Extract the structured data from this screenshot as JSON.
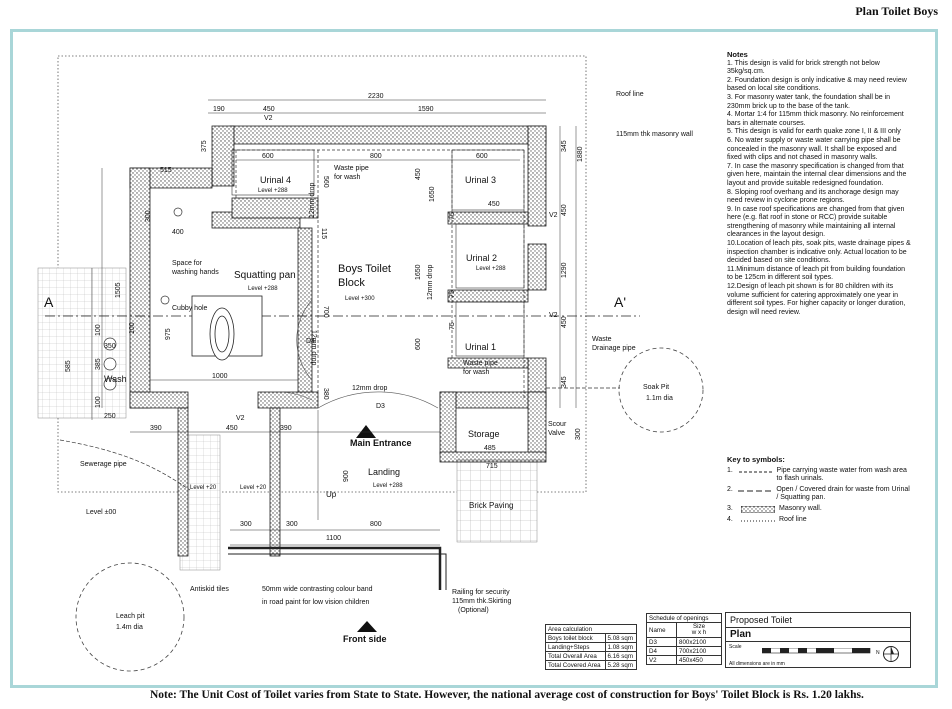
{
  "header": {
    "title": "Plan Toilet Boys"
  },
  "footer": {
    "note": "Note: The Unit Cost of Toilet varies from State to State. However, the national average cost of construction for Boys' Toilet Block is Rs. 1.20 lakhs."
  },
  "plan": {
    "rooms": {
      "block": "Boys Toilet",
      "block2": "Block",
      "squatting": "Squatting pan",
      "urinal4": "Urinal 4",
      "urinal3": "Urinal 3",
      "urinal2": "Urinal 2",
      "urinal1": "Urinal 1",
      "storage": "Storage",
      "landing": "Landing",
      "wash": "Wash"
    },
    "levels": {
      "block": "Level +300",
      "urinal4": "Level +288",
      "urinal2": "Level +288",
      "squatting": "Level +288",
      "landing": "Level +288",
      "ext1": "Level +20",
      "ext2": "Level +20",
      "ground": "Level ±00"
    },
    "labels": {
      "roof_line": "Roof line",
      "masonry_wall": "115mm thk masonry wall",
      "waste_pipe_top": "Waste pipe",
      "waste_pipe_top2": "for wash",
      "waste_pipe_u1": "Waste pipe",
      "waste_pipe_u1b": "for wash",
      "space_wash": "Space for",
      "space_wash2": "washing hands",
      "cubby": "Cubby hole",
      "main_entrance": "Main Entrance",
      "front_side": "Front side",
      "sewerage": "Sewerage pipe",
      "antiskid": "Antiskid tiles",
      "band1": "50mm wide contrasting colour band",
      "band2": "in road paint for low vision children",
      "railing1": "Railing for security",
      "railing2": "115mm thk.Skirting",
      "railing3": "(Optional)",
      "brick_paving": "Brick Paving",
      "scour": "Scour",
      "scour2": "Valve",
      "waste_drain": "Waste",
      "waste_drain2": "Drainage pipe",
      "soak_pit": "Soak Pit",
      "soak_pit_d": "1.1m dia",
      "leach_pit": "Leach pit",
      "leach_pit_d": "1.4m dia",
      "up": "Up",
      "section_a": "A",
      "section_a2": "A'",
      "drop12a": "12mm drop",
      "drop12b": "12mm drop",
      "drop12c": "12mm drop",
      "drop12d": "12mm drop",
      "d3": "D3",
      "d4": "D4",
      "v2a": "V2",
      "v2b": "V2",
      "v2c": "V2",
      "v2d": "V2"
    },
    "dims": {
      "d2230": "2230",
      "d190": "190",
      "d450": "450",
      "d1590": "1590",
      "d375": "375",
      "d515": "515",
      "d600a": "600",
      "d800": "800",
      "d600b": "600",
      "d345a": "345",
      "d450r1": "450",
      "d1880": "1880",
      "d1290": "1290",
      "d450r2": "450",
      "d345b": "345",
      "d450u": "450",
      "d75a": "75",
      "d75b": "75",
      "d75c": "75",
      "d300": "300",
      "d400": "400",
      "d1505": "1505",
      "d975": "975",
      "d1650": "1650",
      "d700": "700",
      "d350": "350",
      "d385": "385",
      "d100a": "100",
      "d100b": "100",
      "d100c": "100",
      "d585": "585",
      "d250": "250",
      "d1000": "1000",
      "d390a": "390",
      "d450b": "450",
      "d390b": "390",
      "d380": "380",
      "d485": "485",
      "d715": "715",
      "d300r": "300",
      "d900": "900",
      "d300c": "300",
      "d300d": "300",
      "d800b": "800",
      "d1100": "1100",
      "d560": "560",
      "d115": "115",
      "d600c": "600",
      "d1650b": "1650",
      "d450c": "450"
    }
  },
  "notes": {
    "title": "Notes",
    "items": [
      "1. This design is valid for brick strength not below 35kg/sq.cm.",
      "2. Foundation design is only indicative & may need review based on local site conditions.",
      "3. For masonry water tank, the foundation shall be in 230mm brick up to the base of the tank.",
      "4. Mortar 1:4 for 115mm thick masonry. No reinforcement bars in alternate courses.",
      "5. This design is valid for earth quake zone I, II & III only",
      "6. No water supply or waste water carrying pipe shall be concealed in the masonry wall. It shall be exposed and fixed with clips and not chased in masonry walls.",
      "7. In case the masonry specification is changed from that given here, maintain the internal clear dimensions and the layout and provide suitable redesigned foundation.",
      "8. Sloping roof overhang and its anchorage design may need review in cyclone prone regions.",
      "9. In case roof specifications are changed from that given here (e.g. flat roof in stone or RCC) provide suitable strengthening of masonry while maintaining all internal clearances in the layout design.",
      "10.Location of leach pits, soak pits, waste drainage pipes & inspection chamber is indicative only. Actual location to be decided based on site conditions.",
      "11.Minimum distance of leach pit from building foundation to be 125cm in different soil types.",
      "12.Design of leach pit shown is for 80 children with its volume sufficient for catering approximately one year in different soil types. For higher capacity or longer duration, design will need review."
    ]
  },
  "key": {
    "title": "Key to symbols:",
    "items": [
      {
        "n": "1.",
        "text": "Pipe carrying waste water from wash area to flash urinals."
      },
      {
        "n": "2.",
        "text": "Open / Covered drain for waste from Urinal / Squatting pan."
      },
      {
        "n": "3.",
        "text": "Masonry wall."
      },
      {
        "n": "4.",
        "text": "Roof line"
      }
    ]
  },
  "area": {
    "title": "Area calculation",
    "rows": [
      [
        "Boys toilet block",
        "5.08 sqm"
      ],
      [
        "Landing+Steps",
        "1.08 sqm"
      ],
      [
        "Total Overall Area",
        "6.16 sqm"
      ],
      [
        "Total Covered Area",
        "5.28 sqm"
      ]
    ]
  },
  "openings": {
    "title": "Schedule of openings",
    "h_name": "Name",
    "h_size": "Size",
    "h_size2": "w x h",
    "rows": [
      [
        "D3",
        "800x2100"
      ],
      [
        "D4",
        "700x2100"
      ],
      [
        "V2",
        "450x450"
      ]
    ]
  },
  "titleblock": {
    "project": "Proposed Toilet",
    "drawing": "Plan",
    "scale": "Scale",
    "dims_note": "All dimensions are in mm",
    "north": "N"
  }
}
